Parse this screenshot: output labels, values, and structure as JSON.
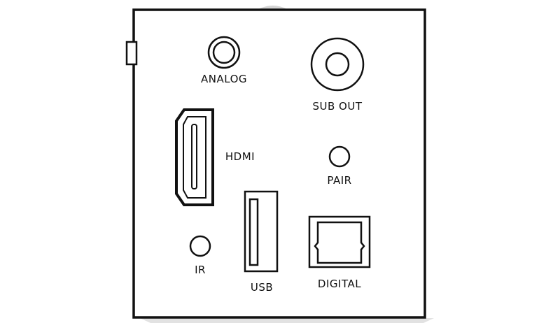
{
  "panel": {
    "labels": {
      "analog": "ANALOG",
      "sub_out": "SUB OUT",
      "hdmi": "HDMI",
      "pair": "PAIR",
      "ir": "IR",
      "usb": "USB",
      "digital": "DIGITAL"
    }
  },
  "colors": {
    "outline": "#111111",
    "background": "#ffffff",
    "shadow": "#d4d4d4"
  }
}
